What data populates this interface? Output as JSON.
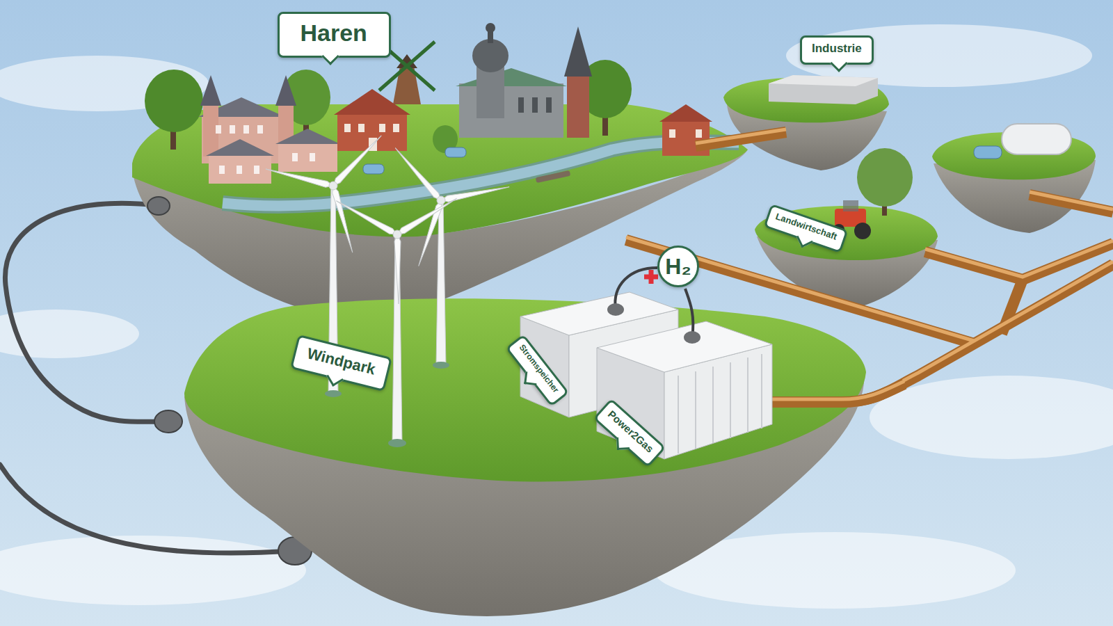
{
  "diagram": {
    "nodes": [
      {
        "text": [
          "Haren"
        ]
      },
      {
        "text": [
          "Industrie"
        ]
      },
      {
        "text": [
          "Landwirtschaft"
        ]
      },
      {
        "text": [
          "H₂"
        ]
      },
      {
        "text": [
          "Windpark"
        ]
      },
      {
        "text": [
          "Stromspeicher"
        ]
      },
      {
        "text": [
          "Power2Gas"
        ]
      }
    ]
  }
}
